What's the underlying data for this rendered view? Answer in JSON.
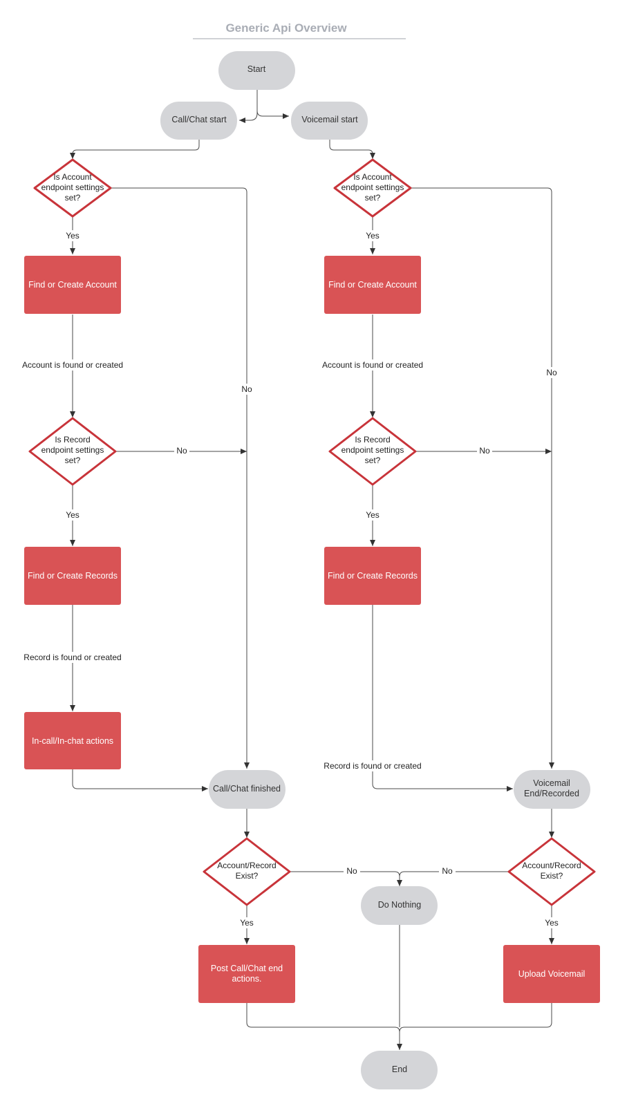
{
  "title": "Generic Api Overview",
  "colors": {
    "terminal_fill": "#d4d5d8",
    "process_fill": "#d95355",
    "decision_stroke": "#c8343a",
    "edge": "#4a4a4a",
    "title": "#a9adb5"
  },
  "nodes": {
    "start": "Start",
    "call_chat_start": "Call/Chat start",
    "voicemail_start": "Voicemail start",
    "left_account_decision": [
      "Is Account",
      "endpoint settings",
      "set?"
    ],
    "right_account_decision": [
      "Is Account",
      "endpoint settings",
      "set?"
    ],
    "left_find_account": "Find or Create Account",
    "right_find_account": "Find or Create Account",
    "left_record_decision": [
      "Is Record",
      "endpoint settings",
      "set?"
    ],
    "right_record_decision": [
      "Is Record",
      "endpoint settings",
      "set?"
    ],
    "left_find_records": "Find or Create Records",
    "right_find_records": "Find or Create Records",
    "in_call_actions": "In-call/In-chat actions",
    "call_chat_finished": "Call/Chat finished",
    "voicemail_end": [
      "Voicemail",
      "End/Recorded"
    ],
    "left_exist_decision": [
      "Account/Record",
      "Exist?"
    ],
    "right_exist_decision": [
      "Account/Record",
      "Exist?"
    ],
    "do_nothing": "Do Nothing",
    "post_call_actions": [
      "Post Call/Chat end",
      "actions."
    ],
    "upload_voicemail": "Upload Voicemail",
    "end": "End"
  },
  "edge_labels": {
    "yes": "Yes",
    "no": "No",
    "account_found": "Account is found or created",
    "record_found": "Record is found or created"
  }
}
